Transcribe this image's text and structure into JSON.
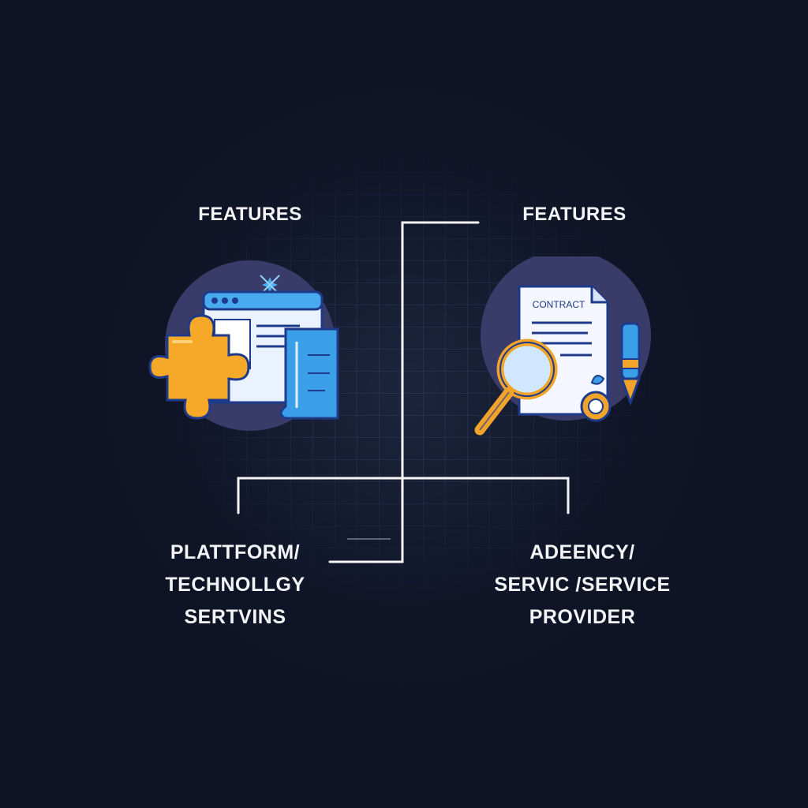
{
  "diagram": {
    "left_column": {
      "feature_label": "FEATURES",
      "role_lines": [
        "PLATTFORM/",
        "TECHNOLLGY",
        "SERTVINS"
      ],
      "icon": "platform-puzzle-icon"
    },
    "right_column": {
      "feature_label": "FEATURES",
      "role_lines": [
        "ADEENCY/",
        "SERVIC /SERVICE",
        "PROVIDER"
      ],
      "icon": "contract-magnifier-icon",
      "document_title": "CONTRACT"
    }
  },
  "colors": {
    "background": "#0e1324",
    "line": "#f5f5f5",
    "icon_circle": "#3a3a6a",
    "puzzle": "#f6a828",
    "blue_panel": "#3a9ee8",
    "magnifier": "#f2a42a"
  }
}
